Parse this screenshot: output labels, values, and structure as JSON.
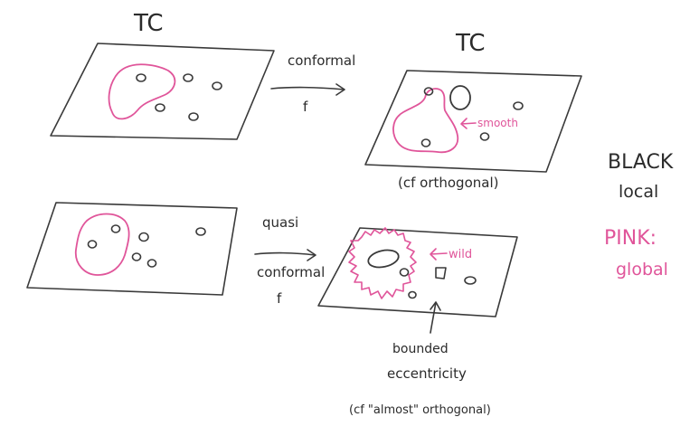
{
  "colors": {
    "ink": "#3a3a3a",
    "pink": "#e0559a",
    "background": "#ffffff"
  },
  "top_left": {
    "title": "TC"
  },
  "top_arrow": {
    "label": "conformal",
    "map": "f"
  },
  "top_right": {
    "title": "TC",
    "annotation": "smooth",
    "caption": "(cf orthogonal)"
  },
  "bottom_arrow": {
    "label_line1": "quasi",
    "label_line2": "conformal",
    "map": "f"
  },
  "bottom_right": {
    "annotation": "wild",
    "caption_line1": "bounded",
    "caption_line2": "eccentricity",
    "caption_line3": "(cf \"almost\" orthogonal)"
  },
  "legend": {
    "black_line1": "BLACK",
    "black_line2": "local",
    "pink_line1": "PINK:",
    "pink_line2": "global"
  }
}
